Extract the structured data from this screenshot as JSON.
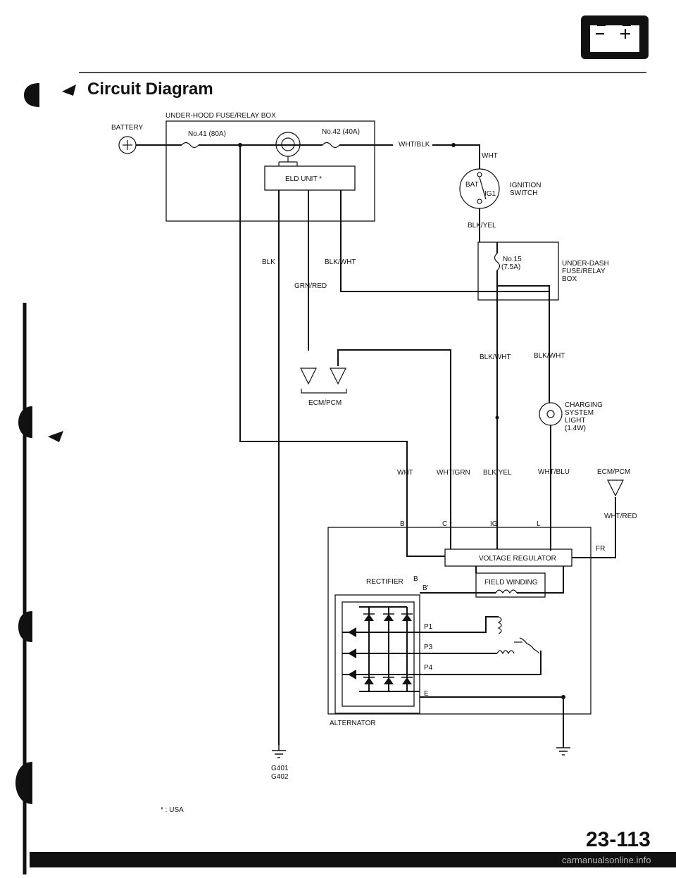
{
  "header": {
    "title": "Circuit Diagram",
    "battery_icon": "battery-icon"
  },
  "battery": {
    "label": "BATTERY"
  },
  "fuse_box": {
    "label": "UNDER-HOOD FUSE/RELAY BOX",
    "fuse41": "No.41 (80A)",
    "fuse42": "No.42 (40A)",
    "eld": "ELD UNIT *"
  },
  "ignition": {
    "wire_top": "WHT/BLK",
    "wire_in": "WHT",
    "bat": "BAT",
    "ig1": "IG1",
    "label_1": "IGNITION",
    "label_2": "SWITCH",
    "wire_out": "BLK/YEL"
  },
  "dash_box": {
    "fuse_1": "No.15",
    "fuse_2": "(7.5A)",
    "label_1": "UNDER-DASH",
    "label_2": "FUSE/RELAY",
    "label_3": "BOX"
  },
  "wires": {
    "blk": "BLK",
    "blk_wht_eld": "BLK/WHT",
    "grn_red": "GRN/RED",
    "blk_wht_left": "BLK/WHT",
    "blk_wht_right": "BLK/WHT",
    "wht": "WHT",
    "wht_grn": "WHT/GRN",
    "blk_yel": "BLK/YEL",
    "wht_blu": "WHT/BLU",
    "wht_red": "WHT/RED"
  },
  "ecm_left": "ECM/PCM",
  "ecm_right": "ECM/PCM",
  "charging_light": {
    "l1": "CHARGING",
    "l2": "SYSTEM",
    "l3": "LIGHT",
    "l4": "(1.4W)"
  },
  "alternator": {
    "t_b": "B",
    "t_c": "C *",
    "t_ig": "IG",
    "t_l": "L",
    "t_fr": "FR",
    "regulator": "VOLTAGE REGULATOR",
    "rectifier": "RECTIFIER",
    "r_b": "B",
    "r_b2": "B'",
    "field": "FIELD WINDING",
    "p1": "P1",
    "p3": "P3",
    "p4": "P4",
    "e": "E",
    "label": "ALTERNATOR"
  },
  "grounds": {
    "g1": "G401",
    "g2": "G402"
  },
  "footnote": "* : USA",
  "page_number": "23-113",
  "watermark": "carmanualsonline.info"
}
